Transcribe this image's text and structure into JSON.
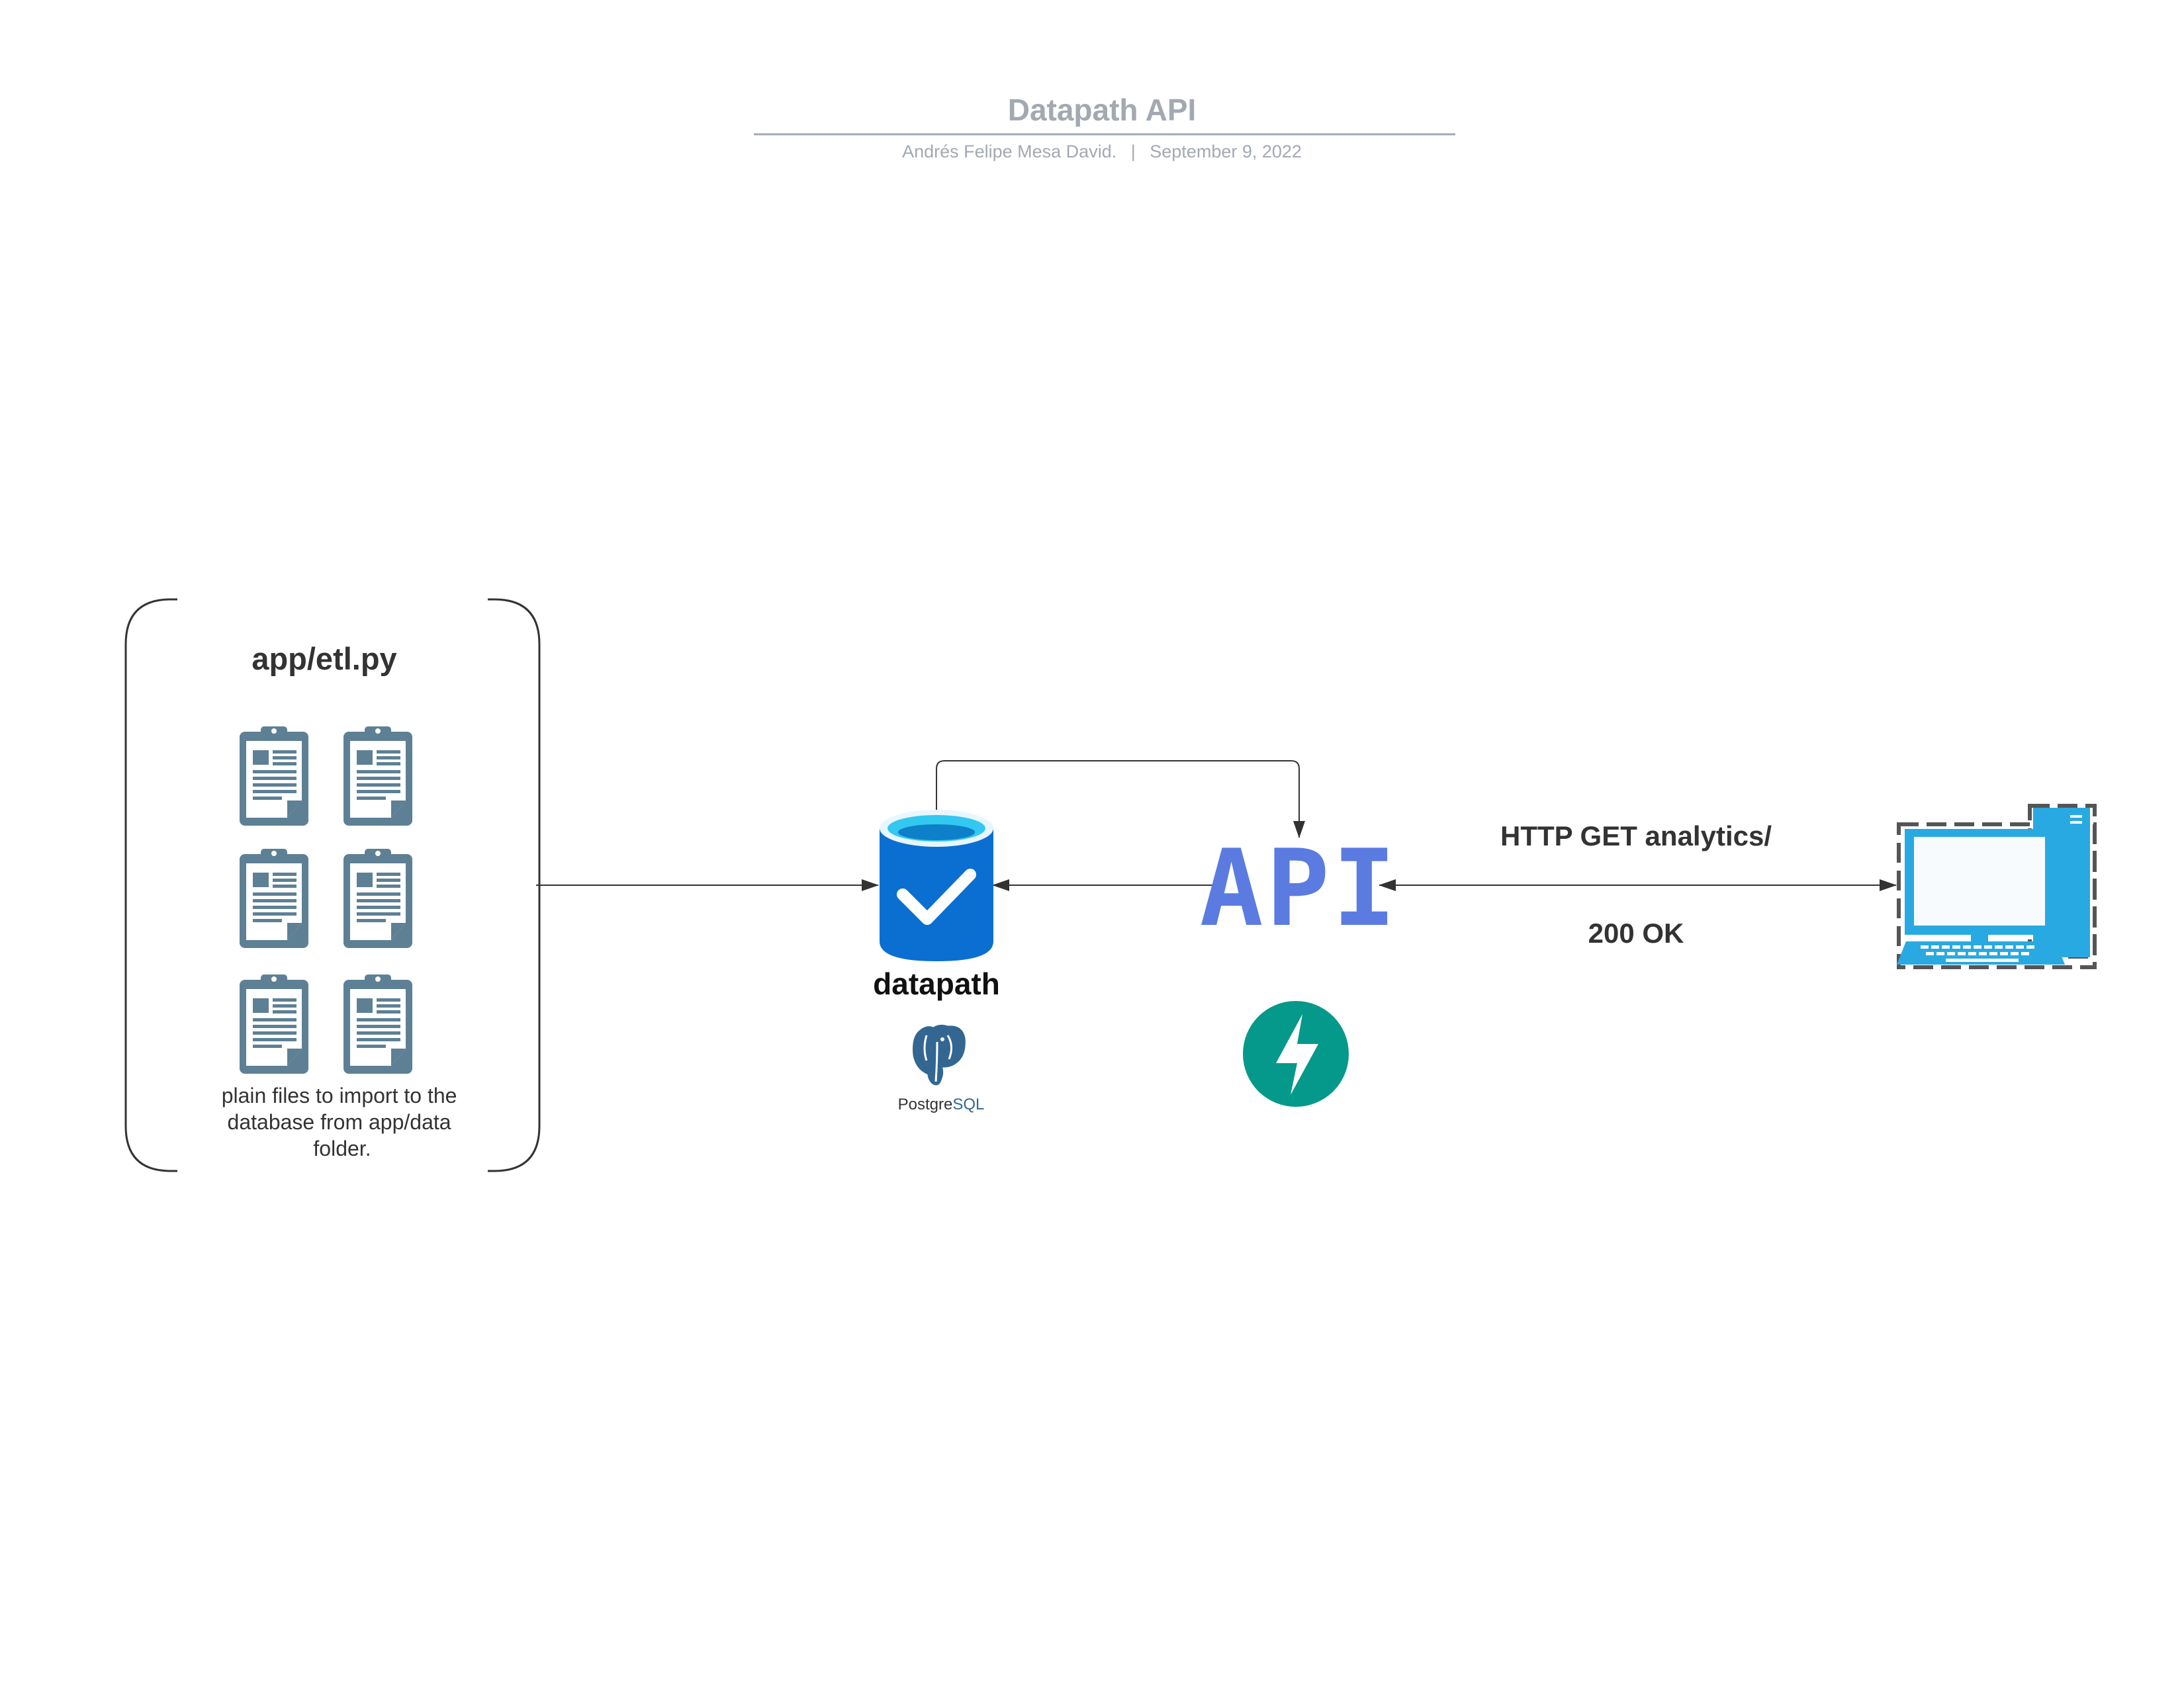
{
  "header": {
    "title": "Datapath API",
    "author": "Andrés Felipe Mesa David.",
    "separator": "|",
    "date": "September 9, 2022",
    "color": "#a3a9b0"
  },
  "etl": {
    "title": "app/etl.py",
    "description_lines": [
      "plain files to import to the",
      "database from app/data",
      "folder."
    ],
    "icon": "clipboard-document-icon",
    "icon_color": "#5e8095"
  },
  "database": {
    "label": "datapath",
    "icon": "database-check-icon",
    "color": "#0a6fd0",
    "logo_text_prefix": "Postgre",
    "logo_text_suffix": "SQL",
    "logo_color": "#336791"
  },
  "api": {
    "label": "API",
    "label_color": "#5b7be0",
    "framework_icon": "fastapi-bolt-icon",
    "framework_color": "#05998b"
  },
  "client": {
    "icon": "desktop-computer-icon",
    "color": "#29a9e1"
  },
  "edges": {
    "request_label": "HTTP GET analytics/",
    "response_label": "200 OK"
  }
}
